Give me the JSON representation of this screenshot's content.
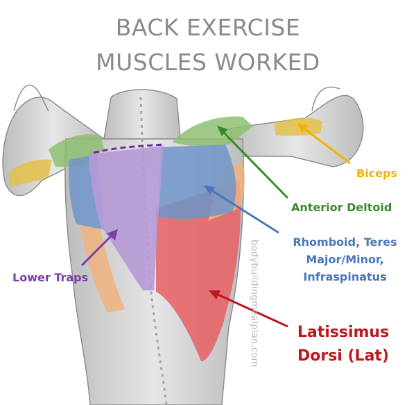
{
  "title": {
    "line1": "BACK EXERCISE",
    "line2": "MUSCLES WORKED"
  },
  "watermark": "bodybuildingmealplan.com",
  "labels": {
    "biceps": {
      "text": "Biceps",
      "color": "#f0b400"
    },
    "anterior_deltoid": {
      "text": "Anterior Deltoid",
      "color": "#3a8a2c"
    },
    "rhomboid": {
      "lines": [
        "Rhomboid, Teres",
        "Major/Minor,",
        "Infraspinatus"
      ],
      "color": "#4a76b8"
    },
    "lower_traps": {
      "text": "Lower Traps",
      "color": "#7b3fa8"
    },
    "lats": {
      "lines": [
        "Latissimus",
        "Dorsi (Lat)"
      ],
      "color": "#c0161e"
    }
  },
  "muscle_colors": {
    "deltoid": "#8fbf73",
    "biceps": "#e3c14a",
    "rhomboid": "#6f95c9",
    "traps": "#b59ad6",
    "lats": "#e65f63",
    "obliques": "#f0b27e",
    "skin": "#d9d9d9"
  }
}
